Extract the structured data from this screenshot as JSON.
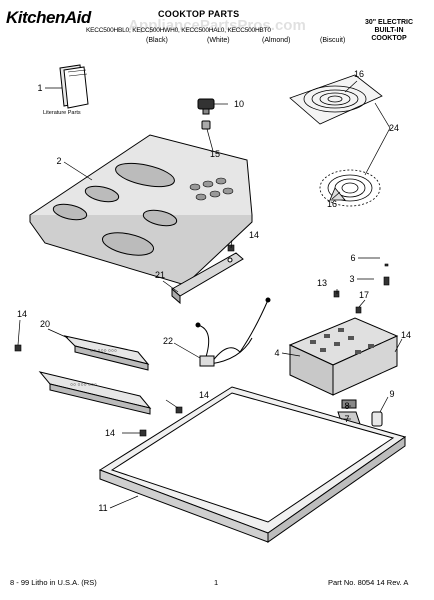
{
  "header": {
    "brand": "KitchenAid",
    "title": "COOKTOP PARTS",
    "models": [
      "KECC500HBL0",
      "KECC500HWH0",
      "KECC500HAL0",
      "KECC500HBT0"
    ],
    "color_labels": [
      "(Black)",
      "(White)",
      "(Almond)",
      "(Biscuit)"
    ],
    "spec_lines": [
      "30\" ELECTRIC",
      "BUILT-IN",
      "COOKTOP"
    ]
  },
  "watermark": "AppliancePartsPros.com",
  "literature_caption": "Literature Parts",
  "callouts": [
    {
      "id": "c1",
      "label": "1"
    },
    {
      "id": "c2",
      "label": "2"
    },
    {
      "id": "c3",
      "label": "3"
    },
    {
      "id": "c4",
      "label": "4"
    },
    {
      "id": "c6",
      "label": "6"
    },
    {
      "id": "c7",
      "label": "7"
    },
    {
      "id": "c8",
      "label": "8"
    },
    {
      "id": "c9",
      "label": "9"
    },
    {
      "id": "c10",
      "label": "10"
    },
    {
      "id": "c11",
      "label": "11"
    },
    {
      "id": "c13",
      "label": "13"
    },
    {
      "id": "c14a",
      "label": "14"
    },
    {
      "id": "c14b",
      "label": "14"
    },
    {
      "id": "c14c",
      "label": "14"
    },
    {
      "id": "c14d",
      "label": "14"
    },
    {
      "id": "c14e",
      "label": "14"
    },
    {
      "id": "c15",
      "label": "15"
    },
    {
      "id": "c16a",
      "label": "16"
    },
    {
      "id": "c16b",
      "label": "16"
    },
    {
      "id": "c17",
      "label": "17"
    },
    {
      "id": "c20",
      "label": "20"
    },
    {
      "id": "c21",
      "label": "21"
    },
    {
      "id": "c22",
      "label": "22"
    },
    {
      "id": "c24",
      "label": "24"
    }
  ],
  "footer": {
    "left": "8 - 99 Litho in U.S.A. (RS)",
    "page": "1",
    "right": "Part No. 8054 14 Rev. A"
  }
}
